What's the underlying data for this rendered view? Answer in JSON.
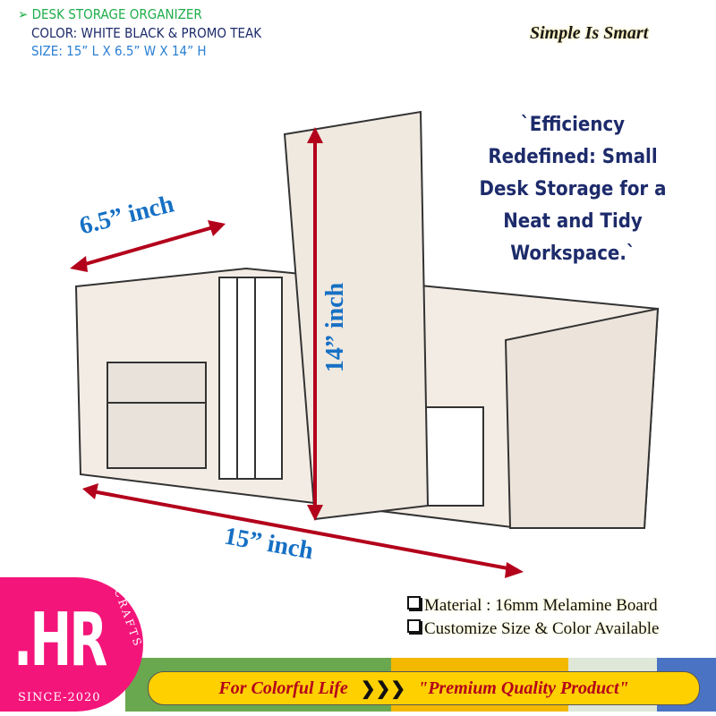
{
  "header": {
    "title": "DESK STORAGE ORGANIZER",
    "color": "COLOR: WHITE BLACK & PROMO TEAK",
    "size": "SIZE: 15” L X 6.5” W X 14” H"
  },
  "slogan": "Simple Is Smart",
  "quote": "ˋEfficiency Redefined: Small Desk Storage for a Neat and Tidy Workspace.ˋ",
  "dimensions": {
    "width": "6.5” inch",
    "height": "14” inch",
    "length": "15” inch"
  },
  "specs": [
    "Material : 16mm Melamine Board",
    "Customize Size & Color Available"
  ],
  "banner": {
    "left": "For Colorful Life",
    "arrows": "❯❯❯",
    "right": "\"Premium  Quality  Product\""
  },
  "logo": {
    "mark": ".HR",
    "crafts": "CRAFTS",
    "since": "SINCE-2020"
  },
  "colors": {
    "green": "#1fae4b",
    "navy": "#1d2b6b",
    "blue": "#1670c4",
    "arrow": "#b3001b",
    "pink": "#f4157a",
    "yellow": "#ffd000"
  }
}
